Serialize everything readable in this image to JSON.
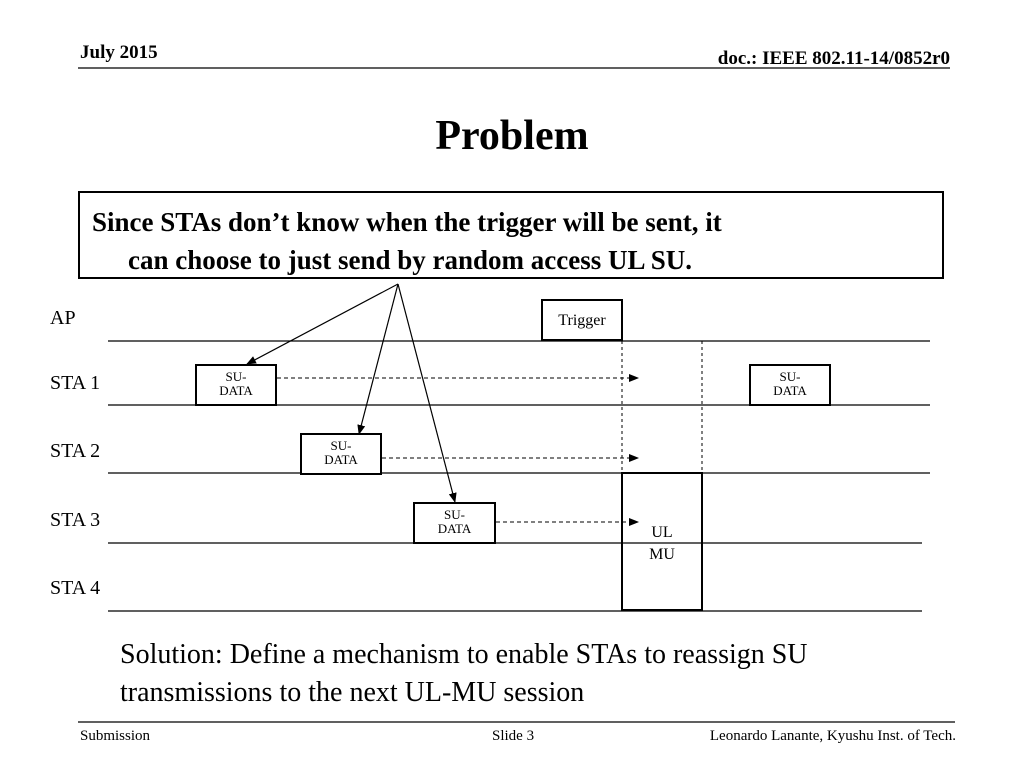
{
  "header": {
    "date": "July 2015",
    "doc": "doc.: IEEE 802.11-14/0852r0"
  },
  "title": "Problem",
  "callout": {
    "line1": "Since STAs don’t know when the trigger will be sent, it",
    "line2": "can choose to just send by random access UL SU."
  },
  "rows": [
    "AP",
    "STA 1",
    "STA 2",
    "STA 3",
    "STA 4"
  ],
  "boxes": {
    "trigger": "Trigger",
    "su_data_line1": "SU-",
    "su_data_line2": "DATA",
    "ul_mu_line1": "UL",
    "ul_mu_line2": "MU"
  },
  "solution": {
    "line1": "Solution: Define a mechanism to enable STAs to reassign SU",
    "line2": "transmissions to the next UL-MU session"
  },
  "footer": {
    "left": "Submission",
    "center": "Slide 3",
    "right": "Leonardo Lanante, Kyushu Inst. of Tech."
  }
}
